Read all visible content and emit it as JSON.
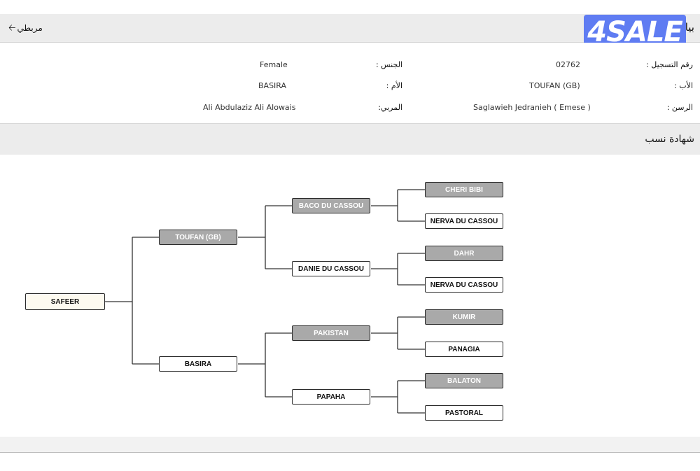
{
  "header": {
    "back_label": "مربطي",
    "title": "بيانات الجواد"
  },
  "logo": {
    "text": "4SALE"
  },
  "info": {
    "reg_label": "رقم التسجيل :",
    "reg_value": "02762",
    "sex_label": "الجنس :",
    "sex_value": "Female",
    "sire_label": "الأب :",
    "sire_value": "TOUFAN (GB)",
    "dam_label": "الأم :",
    "dam_value": "BASIRA",
    "strain_label": "الرسن :",
    "strain_value": "Saglawieh Jedranieh ( Emese )",
    "breeder_label": "المربي:",
    "breeder_value": "Ali Abdulaziz Ali Alowais"
  },
  "section": {
    "title": "شهادة نسب"
  },
  "pedigree": {
    "root": "SAFEER",
    "sire": "TOUFAN (GB)",
    "dam": "BASIRA",
    "sire_sire": "BACO DU CASSOU",
    "sire_dam": "DANIE DU CASSOU",
    "dam_sire": "PAKISTAN",
    "dam_dam": "PAPAHA",
    "ss_sire": "CHERI BIBI",
    "ss_dam": "NERVA DU CASSOU",
    "sd_sire": "DAHR",
    "sd_dam": "NERVA DU CASSOU",
    "ds_sire": "KUMIR",
    "ds_dam": "PANAGIA",
    "dd_sire": "BALATON",
    "dd_dam": "PASTORAL"
  },
  "colors": {
    "male_node": "#a9a9a9",
    "female_node": "#ffffff",
    "root_node": "#fdfaf0",
    "logo_bg": "#5f7cf2"
  }
}
